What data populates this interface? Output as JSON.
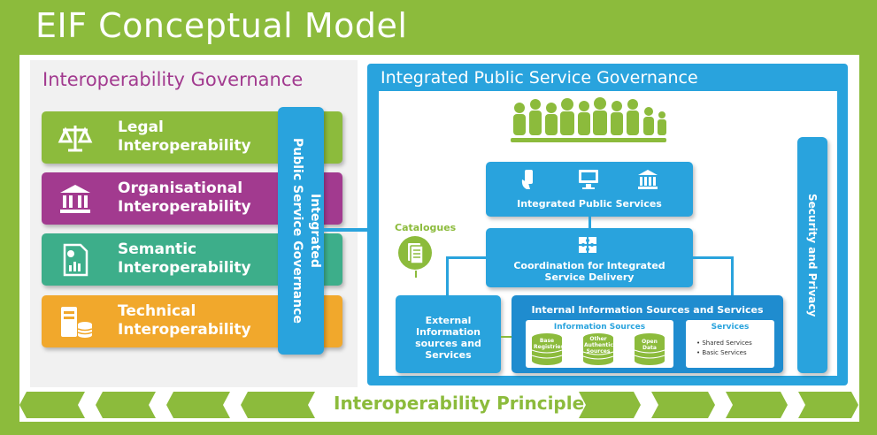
{
  "title": "EIF Conceptual Model",
  "governance": {
    "title": "Interoperability Governance",
    "layers": [
      {
        "label": "Legal\nInteroperability",
        "color": "#8cbb3c",
        "icon": "scales-icon"
      },
      {
        "label": "Organisational\nInteroperability",
        "color": "#a23a8f",
        "icon": "institution-icon"
      },
      {
        "label": "Semantic\nInteroperability",
        "color": "#3dae8a",
        "icon": "document-chart-icon"
      },
      {
        "label": "Technical\nInteroperability",
        "color": "#f1a82c",
        "icon": "server-database-icon"
      }
    ],
    "vertical": "Integrated\nPublic Service Governance"
  },
  "ips": {
    "title": "Integrated Public Service Governance",
    "integrated_services": "Integrated Public Services",
    "coordination": "Coordination for Integrated Service Delivery",
    "catalogues": "Catalogues",
    "external": "External Information sources and Services",
    "internal_title": "Internal Information Sources and Services",
    "info_sources_title": "Information Sources",
    "sources": [
      "Base Registries",
      "Other Authentic Sources",
      "Open Data"
    ],
    "services_title": "Services",
    "services": [
      "Shared Services",
      "Basic Services"
    ],
    "security": "Security and Privacy"
  },
  "principles": "Interoperability Principles",
  "colors": {
    "frame": "#8cbb3c",
    "blue": "#29a3dd",
    "purple": "#a23a8f",
    "teal": "#3dae8a",
    "orange": "#f1a82c"
  }
}
